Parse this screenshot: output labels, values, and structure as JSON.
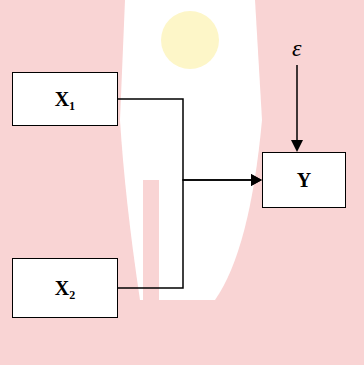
{
  "diagram": {
    "nodes": [
      {
        "text": [
          "X₁"
        ]
      },
      {
        "text": [
          "X₂"
        ]
      },
      {
        "text": [
          "Y"
        ]
      }
    ],
    "edges": [
      {
        "from": 0,
        "to": 2,
        "arrow": "to"
      },
      {
        "from": 1,
        "to": 2,
        "arrow": "to"
      }
    ],
    "labels": [
      "ε"
    ]
  }
}
